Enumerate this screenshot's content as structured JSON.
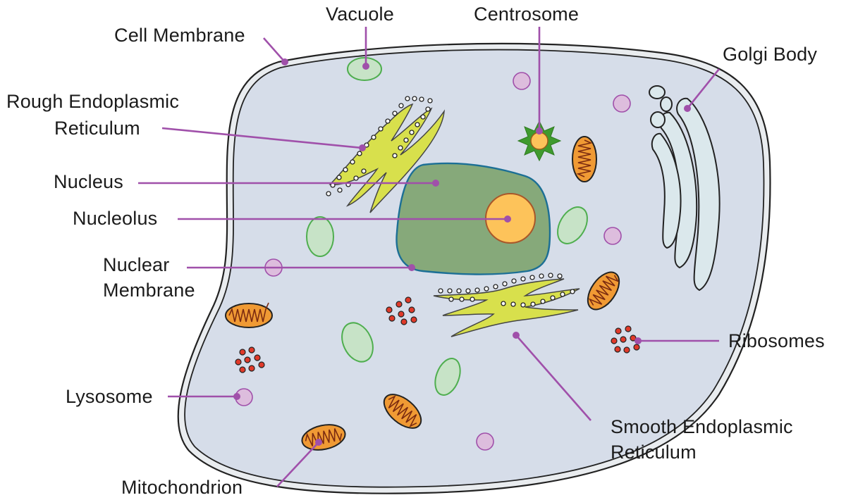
{
  "labels": {
    "cell_membrane": "Cell Membrane",
    "vacuole": "Vacuole",
    "centrosome": "Centrosome",
    "golgi_body": "Golgi Body",
    "rough_er_line1": "Rough Endoplasmic",
    "rough_er_line2": "Reticulum",
    "nucleus": "Nucleus",
    "nucleolus": "Nucleolus",
    "nuclear_membrane_line1": "Nuclear",
    "nuclear_membrane_line2": "Membrane",
    "ribosomes": "Ribosomes",
    "lysosome": "Lysosome",
    "smooth_er_line1": "Smooth Endoplasmic",
    "smooth_er_line2": "Reticulum",
    "mitochondrion": "Mitochondrion"
  },
  "colors": {
    "leader_line": "#a050aa",
    "cytoplasm": "#d6dde9",
    "membrane_outline": "#222222",
    "nucleus_fill": "#86a97a",
    "nucleus_outline": "#1c6f95",
    "nucleolus_fill": "#fdc35a",
    "er_fill": "#d8e04c",
    "vacuole_fill": "#c7e3c7",
    "vacuole_outline": "#4fae4f",
    "lysosome_fill": "#ddbddd",
    "mito_fill": "#f09a34",
    "ribosome_fill": "#e03a2a",
    "golgi_fill": "#dbe8ec",
    "centrosome_star": "#3f9a2e"
  }
}
